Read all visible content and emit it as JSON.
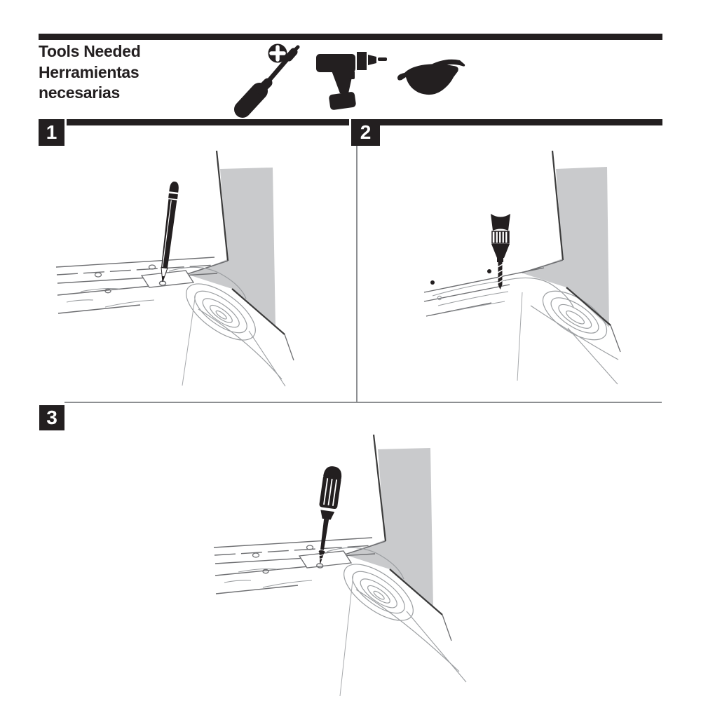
{
  "header": {
    "title": {
      "line1": "Tools Needed",
      "line2": "Herramientas",
      "line3": "necesarias"
    },
    "tools": [
      "phillips-screwdriver-icon",
      "power-drill-icon",
      "safety-glasses-icon"
    ]
  },
  "steps": [
    {
      "number": "1"
    },
    {
      "number": "2"
    },
    {
      "number": "3"
    }
  ],
  "colors": {
    "ink": "#231f20",
    "wall_gray": "#c9cacc",
    "outline_dark": "#3c3c3c",
    "line_medium": "#6d6e71",
    "line_light": "#9b9ea1",
    "line_faint": "#a7a9ac",
    "divider": "#8d8f92",
    "number_color": "#ffffff",
    "page_bg": "#ffffff"
  }
}
